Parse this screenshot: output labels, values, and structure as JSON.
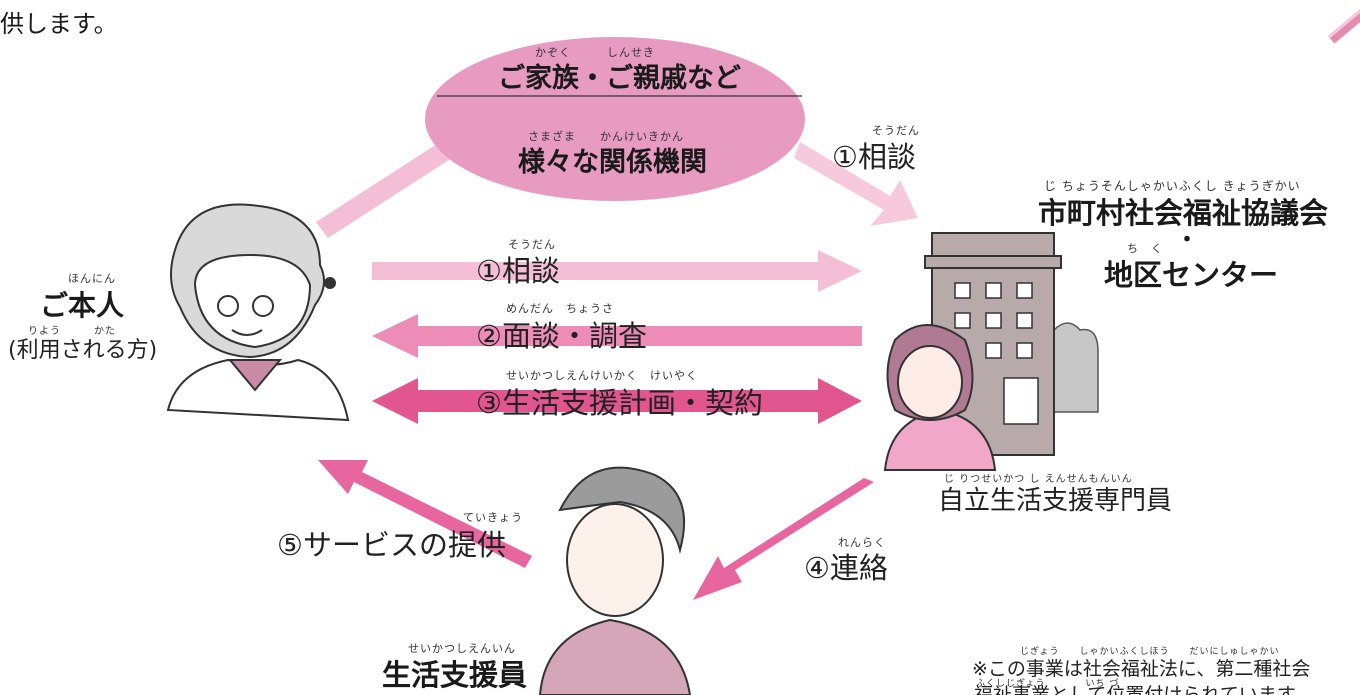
{
  "header_fragment": "供します。",
  "ellipse": {
    "top_ruby": "かぞく　　　しんせき",
    "top_label": "ご家族・ご親戚など",
    "bottom_ruby": "さまざま　　かんけいきかん",
    "bottom_label": "様々な関係機関"
  },
  "person_left": {
    "ruby": "ほんにん",
    "label": "ご本人",
    "sub_ruby": "りよう　　　かた",
    "sub_label": "(利用される方)"
  },
  "organization": {
    "ruby": "じ ちょうそんしゃかいふくし きょうぎかい",
    "label": "市町村社会福祉協議会",
    "dot": "・",
    "ruby2": "ち　く",
    "label2": "地区センター"
  },
  "staff_right": {
    "ruby": "じ りつせいかつ し えんせんもんいん",
    "label": "自立生活支援専門員"
  },
  "person_bottom": {
    "ruby": "せいかつしえんいん",
    "label": "生活支援員"
  },
  "steps": {
    "s1_top_ruby": "そうだん",
    "s1_top": "①相談",
    "s1_ruby": "そうだん",
    "s1": "①相談",
    "s2_ruby": "めんだん　ちょうさ",
    "s2": "②面談・調査",
    "s3_ruby": "せいかつしえんけいかく　けいやく",
    "s3": "③生活支援計画・契約",
    "s4_ruby": "れんらく",
    "s4": "④連絡",
    "s5_ruby": "ていきょう",
    "s5": "⑤サービスの提供"
  },
  "note": {
    "line1_ruby": "じぎょう　　しゃかいふくしほう　　だいにしゅしゃかい",
    "line1": "※この事業は社会福祉法に、第二種社会",
    "line2_ruby": "ふくしじぎょう　　　　いち づ",
    "line2": "福祉事業として位置付けられています。"
  },
  "colors": {
    "ellipse": "#e79bc0",
    "arrow_light": "#f4bfd6",
    "arrow_mid": "#ee8cb8",
    "arrow_dark": "#e2568f",
    "building": "#b8a9ab",
    "bush": "#c7c7c7"
  }
}
